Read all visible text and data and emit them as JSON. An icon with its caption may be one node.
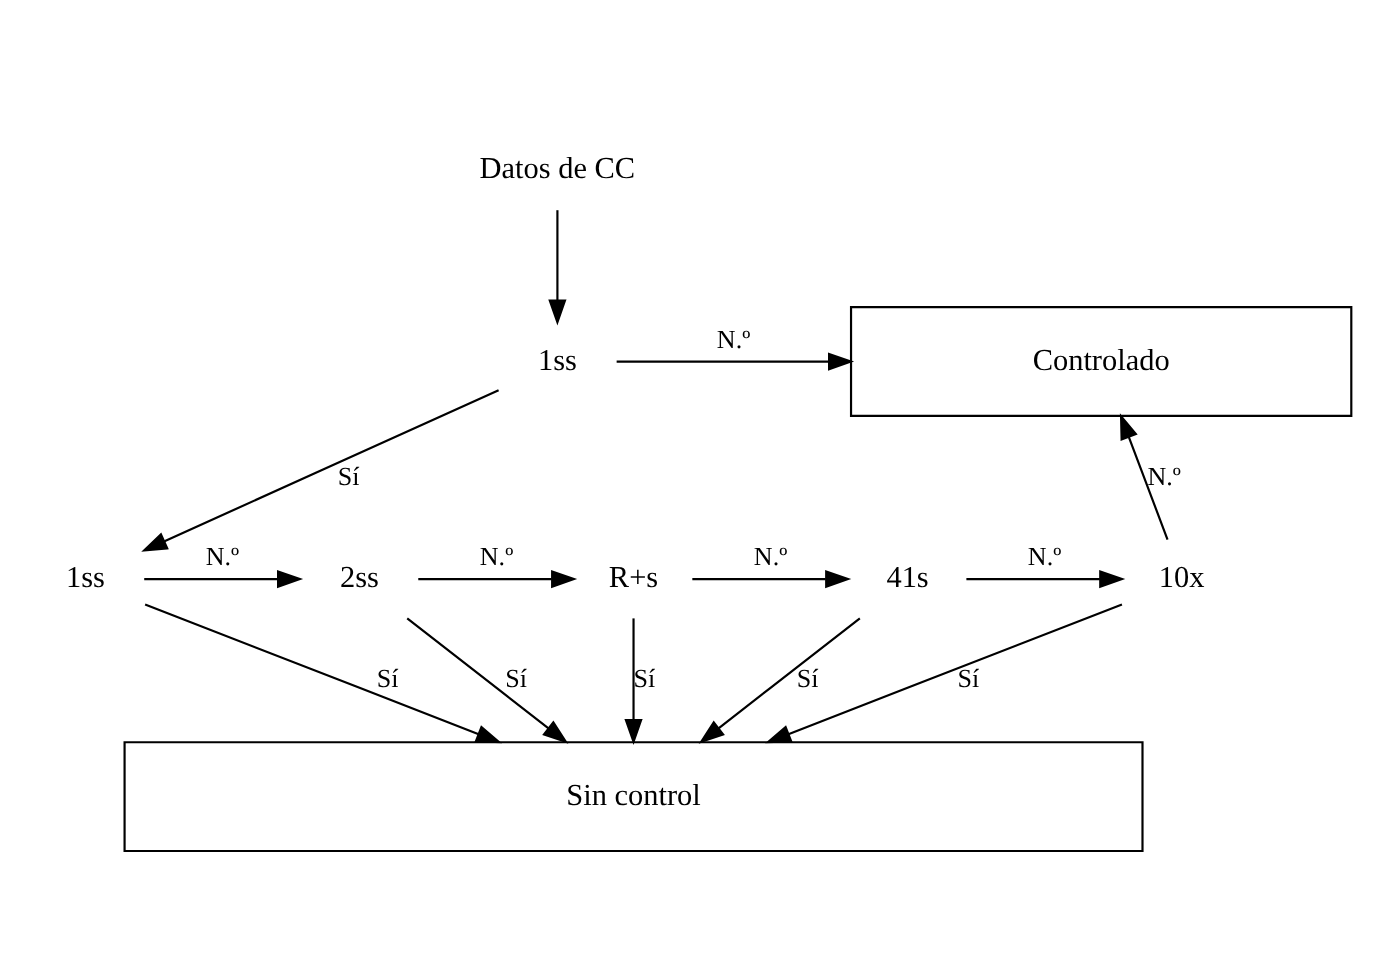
{
  "diagram": {
    "nodes": [
      {
        "text": [
          "Datos de CC"
        ]
      },
      {
        "text": [
          "1ss"
        ]
      },
      {
        "text": [
          "Controlado"
        ]
      },
      {
        "text": [
          "1ss"
        ]
      },
      {
        "text": [
          "2ss"
        ]
      },
      {
        "text": [
          "R+s"
        ]
      },
      {
        "text": [
          "41s"
        ]
      },
      {
        "text": [
          "10x"
        ]
      },
      {
        "text": [
          "Sin control"
        ]
      }
    ],
    "edges": [
      {
        "from": 0,
        "to": 1,
        "arrow": "to"
      },
      {
        "from": 1,
        "to": 2,
        "arrow": "to",
        "label": "N.º"
      },
      {
        "from": 1,
        "to": 3,
        "arrow": "to",
        "label": "Sí"
      },
      {
        "from": 3,
        "to": 4,
        "arrow": "to",
        "label": "N.º"
      },
      {
        "from": 4,
        "to": 5,
        "arrow": "to",
        "label": "N.º"
      },
      {
        "from": 5,
        "to": 6,
        "arrow": "to",
        "label": "N.º"
      },
      {
        "from": 6,
        "to": 7,
        "arrow": "to",
        "label": "N.º"
      },
      {
        "from": 7,
        "to": 2,
        "arrow": "to",
        "label": "N.º"
      },
      {
        "from": 3,
        "to": 8,
        "arrow": "to",
        "label": "Sí"
      },
      {
        "from": 4,
        "to": 8,
        "arrow": "to",
        "label": "Sí"
      },
      {
        "from": 5,
        "to": 8,
        "arrow": "to",
        "label": "Sí"
      },
      {
        "from": 6,
        "to": 8,
        "arrow": "to",
        "label": "Sí"
      },
      {
        "from": 7,
        "to": 8,
        "arrow": "to",
        "label": "Sí"
      }
    ]
  }
}
